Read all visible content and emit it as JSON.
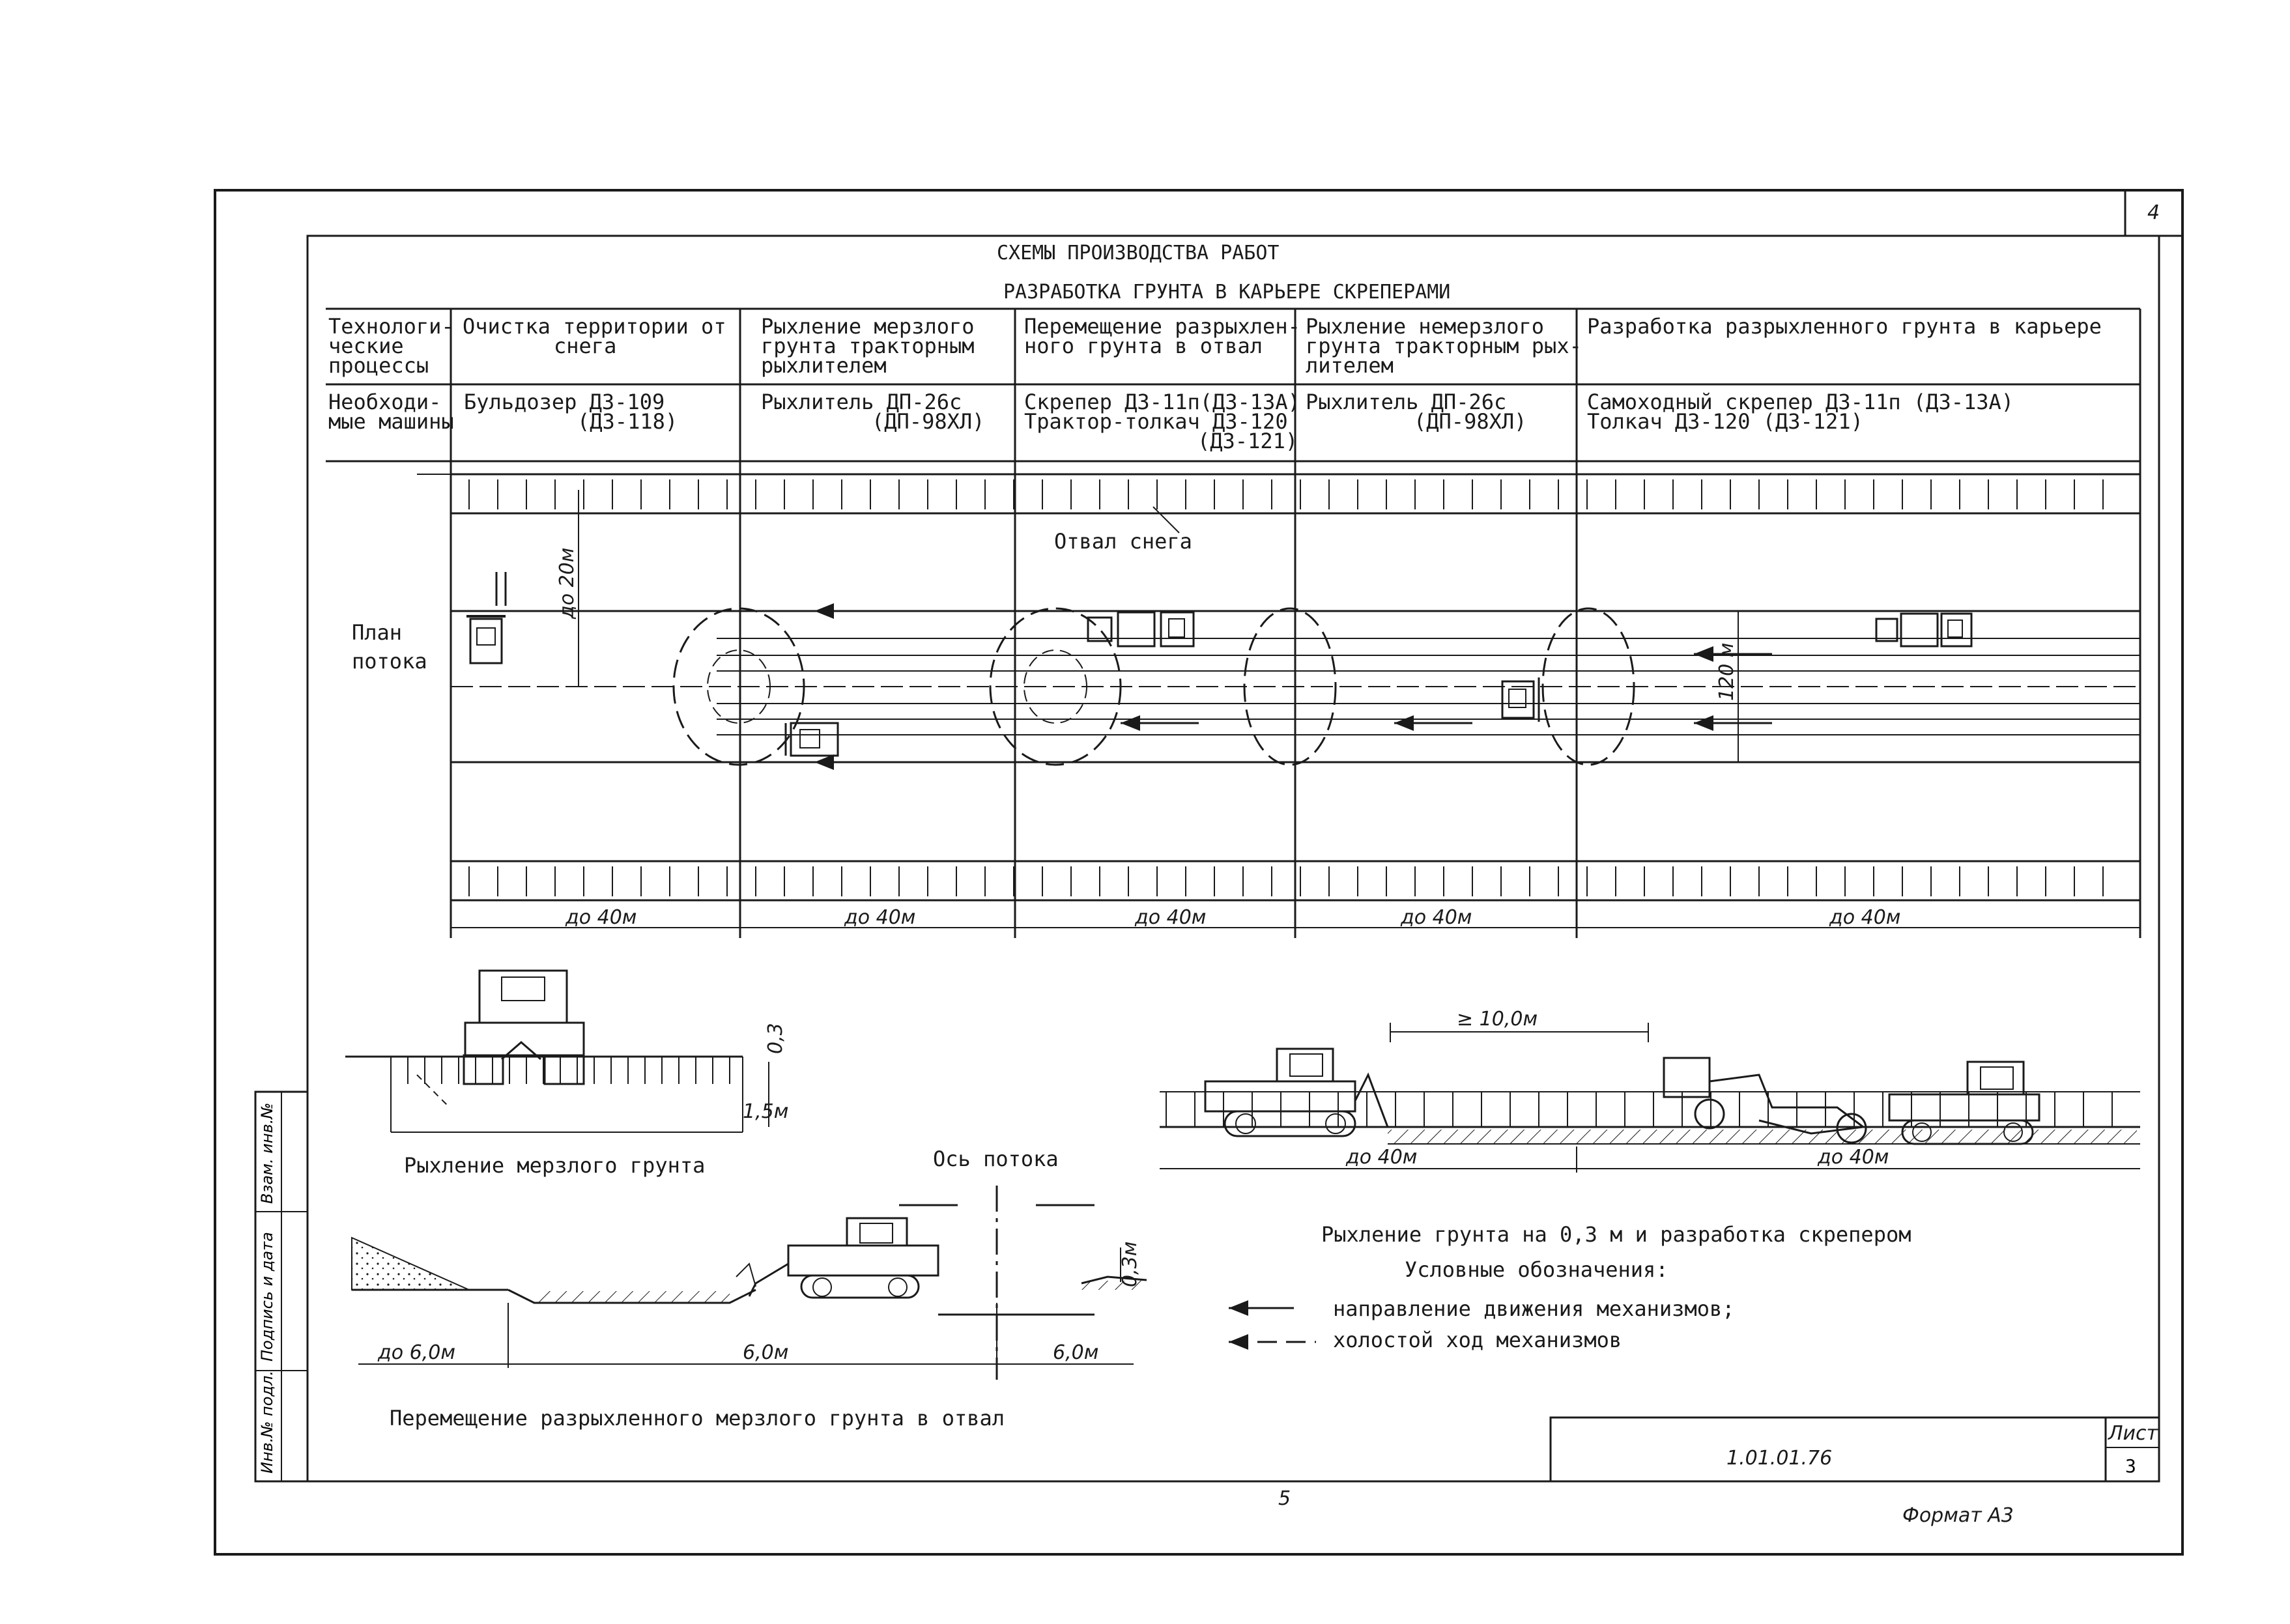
{
  "sheet": {
    "corner_number": "4",
    "title": "СХЕМЫ ПРОИЗВОДСТВА РАБОТ",
    "subtitle": "РАЗРАБОТКА ГРУНТА В КАРЬЕРЕ СКРЕПЕРАМИ",
    "doc_code": "1.01.01.76",
    "sheet_label": "Лист",
    "sheet_number": "3",
    "page_number": "5",
    "format": "Формат А3"
  },
  "side_stamp": [
    "Инв.№ подл.",
    "Подпись и дата",
    "Взам. инв.№"
  ],
  "table": {
    "row1_header": [
      "Технологи-",
      "ческие",
      "процессы"
    ],
    "row2_header": [
      "Необходи-",
      "мые машины"
    ],
    "columns": [
      {
        "process": [
          "Очистка территории от",
          "снега"
        ],
        "machines": [
          "Бульдозер ДЗ-109",
          "(ДЗ-118)"
        ]
      },
      {
        "process": [
          "Рыхление мерзлого",
          "грунта тракторным",
          "рыхлителем"
        ],
        "machines": [
          "Рыхлитель ДП-26с",
          "(ДП-98ХЛ)"
        ]
      },
      {
        "process": [
          "Перемещение разрыхлен-",
          "ного грунта в отвал"
        ],
        "machines": [
          "Скрепер ДЗ-11п(ДЗ-13А)",
          "Трактор-толкач ДЗ-120",
          "(ДЗ-121)"
        ]
      },
      {
        "process": [
          "Рыхление немерзлого",
          "грунта тракторным рых-",
          "лителем"
        ],
        "machines": [
          "Рыхлитель ДП-26с",
          "(ДП-98ХЛ)"
        ]
      },
      {
        "process": [
          "Разработка разрыхленного грунта в карьере"
        ],
        "machines": [
          "Самоходный скрепер ДЗ-11п (ДЗ-13А)",
          "Толкач ДЗ-120 (ДЗ-121)"
        ]
      }
    ]
  },
  "plan": {
    "label": [
      "План",
      "потока"
    ],
    "snow_dump": "Отвал снега",
    "dim_width": "до 20м",
    "dim_height": "120 м",
    "dim_lengths": [
      "до 40м",
      "до 40м",
      "до 40м",
      "до 40м",
      "до 40м"
    ]
  },
  "sections": {
    "frozen": {
      "caption": "Рыхление мерзлого грунта",
      "dim_top": "0,3",
      "dim_depth": "1,5м"
    },
    "axis_label": "Ось потока",
    "move": {
      "caption": "Перемещение разрыхленного мерзлого грунта в отвал",
      "dim_left": "до 6,0м",
      "dim_mid": "6,0м",
      "dim_right": "6,0м",
      "dim_height": "0,3м"
    },
    "scraper": {
      "caption": "Рыхление грунта на 0,3 м и разработка скрепером",
      "dim_top": "≥ 10,0м",
      "dim_left": "до 40м",
      "dim_right": "до 40м"
    }
  },
  "legend": {
    "title": "Условные обозначения:",
    "items": [
      "направление движения механизмов;",
      "холостой ход механизмов"
    ]
  }
}
